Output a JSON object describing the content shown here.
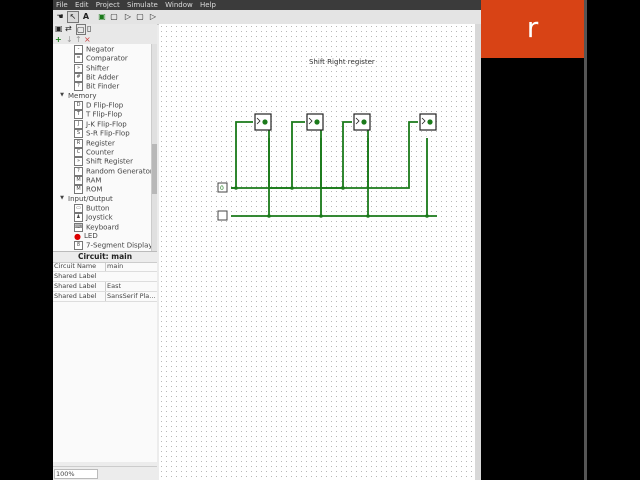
{
  "menu": [
    "File",
    "Edit",
    "Project",
    "Simulate",
    "Window",
    "Help"
  ],
  "toolbar": {
    "tools": [
      "☚",
      "↖",
      "A",
      "▣",
      "▢",
      "▷",
      "▢",
      "▷"
    ],
    "row2": [
      "▣",
      "⇄",
      "▢",
      "▯"
    ],
    "row3": [
      "+",
      "↓",
      "↑",
      "×"
    ]
  },
  "tree": {
    "items": [
      {
        "label": "Negator",
        "icon": "negator-icon",
        "glyph": "-",
        "level": 2
      },
      {
        "label": "Comparator",
        "icon": "comparator-icon",
        "glyph": "=",
        "level": 2
      },
      {
        "label": "Shifter",
        "icon": "shifter-icon",
        "glyph": "»",
        "level": 2
      },
      {
        "label": "Bit Adder",
        "icon": "bit-adder-icon",
        "glyph": "#",
        "level": 2
      },
      {
        "label": "Bit Finder",
        "icon": "bit-finder-icon",
        "glyph": "?",
        "level": 2
      },
      {
        "label": "Memory",
        "icon": "folder-icon",
        "glyph": "▼",
        "level": 1
      },
      {
        "label": "D Flip-Flop",
        "icon": "d-flipflop-icon",
        "glyph": "D",
        "level": 2
      },
      {
        "label": "T Flip-Flop",
        "icon": "t-flipflop-icon",
        "glyph": "T",
        "level": 2
      },
      {
        "label": "J-K Flip-Flop",
        "icon": "jk-flipflop-icon",
        "glyph": "J",
        "level": 2
      },
      {
        "label": "S-R Flip-Flop",
        "icon": "sr-flipflop-icon",
        "glyph": "S",
        "level": 2
      },
      {
        "label": "Register",
        "icon": "register-icon",
        "glyph": "R",
        "level": 2
      },
      {
        "label": "Counter",
        "icon": "counter-icon",
        "glyph": "C",
        "level": 2
      },
      {
        "label": "Shift Register",
        "icon": "shift-register-icon",
        "glyph": "»",
        "level": 2
      },
      {
        "label": "Random Generator",
        "icon": "random-generator-icon",
        "glyph": "?",
        "level": 2
      },
      {
        "label": "RAM",
        "icon": "ram-icon",
        "glyph": "M",
        "level": 2
      },
      {
        "label": "ROM",
        "icon": "rom-icon",
        "glyph": "M",
        "level": 2
      },
      {
        "label": "Input/Output",
        "icon": "folder-icon",
        "glyph": "▼",
        "level": 1
      },
      {
        "label": "Button",
        "icon": "button-icon",
        "glyph": "▭",
        "level": 2
      },
      {
        "label": "Joystick",
        "icon": "joystick-icon",
        "glyph": "♟",
        "level": 2
      },
      {
        "label": "Keyboard",
        "icon": "keyboard-icon",
        "glyph": "⌨",
        "level": 2
      },
      {
        "label": "LED",
        "icon": "led-icon",
        "glyph": "●",
        "level": 2
      },
      {
        "label": "7-Segment Display",
        "icon": "seven-segment-icon",
        "glyph": "8",
        "level": 2
      }
    ]
  },
  "props": {
    "title": "Circuit: main",
    "rows": [
      {
        "key": "Circuit Name",
        "value": "main"
      },
      {
        "key": "Shared Label",
        "value": ""
      },
      {
        "key": "Shared Label",
        "value": "East"
      },
      {
        "key": "Shared Label",
        "value": "SansSerif Pla..."
      }
    ]
  },
  "zoom": "100%",
  "canvas": {
    "label": "Shift Right register"
  },
  "logo": {
    "letter": "r"
  },
  "colors": {
    "wire": "#1a7a1a",
    "logo": "#d84315"
  }
}
